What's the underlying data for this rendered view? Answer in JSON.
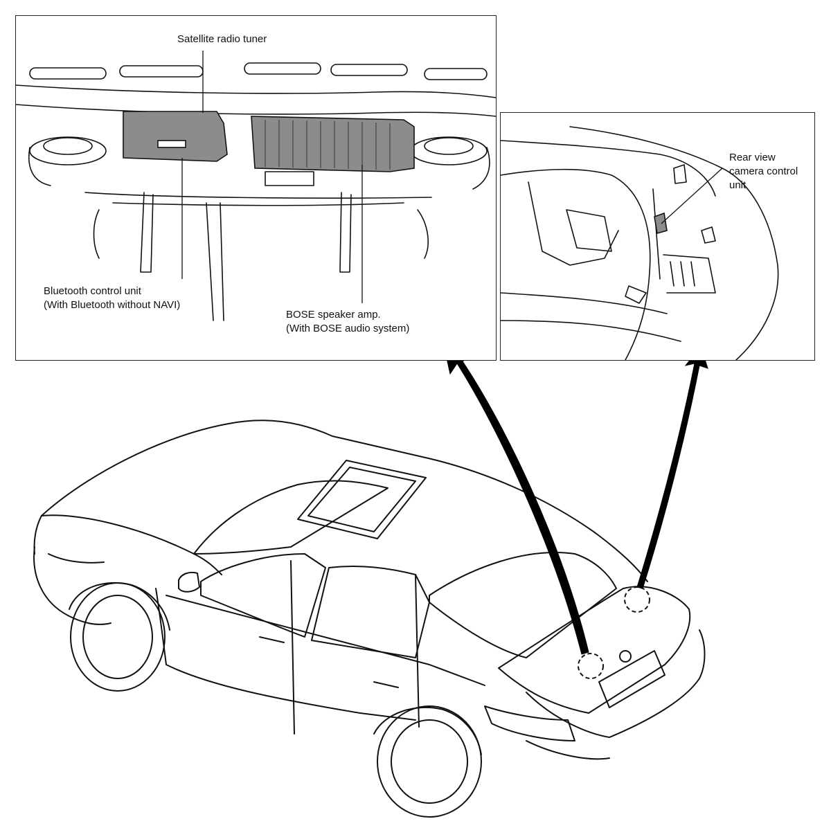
{
  "labels": {
    "satellite_tuner": "Satellite radio tuner",
    "bluetooth_line1": "Bluetooth control unit",
    "bluetooth_line2": "(With Bluetooth without NAVI)",
    "bose_line1": "BOSE speaker amp.",
    "bose_line2": "(With BOSE audio system)",
    "camera_line1": "Rear view",
    "camera_line2": "camera control",
    "camera_line3": "unit"
  },
  "colors": {
    "line": "#111111",
    "component_fill": "#9a9a9a",
    "background": "#ffffff"
  }
}
